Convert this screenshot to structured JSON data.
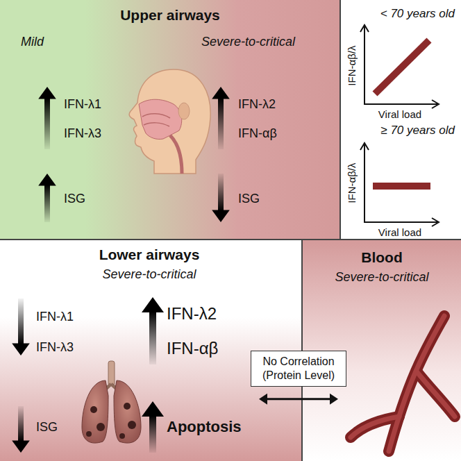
{
  "diagram": {
    "nodes": [
      {
        "text": [
          "Upper airways"
        ]
      },
      {
        "text": [
          "Lower airways",
          "Severe-to-critical"
        ]
      },
      {
        "text": [
          "Blood",
          "Severe-to-critical"
        ]
      }
    ],
    "edges": [
      {
        "from": 1,
        "to": 2,
        "arrow": "both",
        "label": "No Correlation (Protein Level)"
      }
    ],
    "labels": [
      "Mild",
      "Severe-to-critical",
      "IFN-λ1",
      "IFN-λ3",
      "ISG",
      "IFN-λ2",
      "IFN-αβ",
      "ISG",
      "< 70 years old",
      "IFN-αβ/λ",
      "Viral load",
      "≥ 70 years old",
      "IFN-αβ/λ",
      "Viral load",
      "IFN-λ1",
      "IFN-λ3",
      "ISG",
      "IFN-λ2",
      "IFN-αβ",
      "Apoptosis"
    ]
  }
}
